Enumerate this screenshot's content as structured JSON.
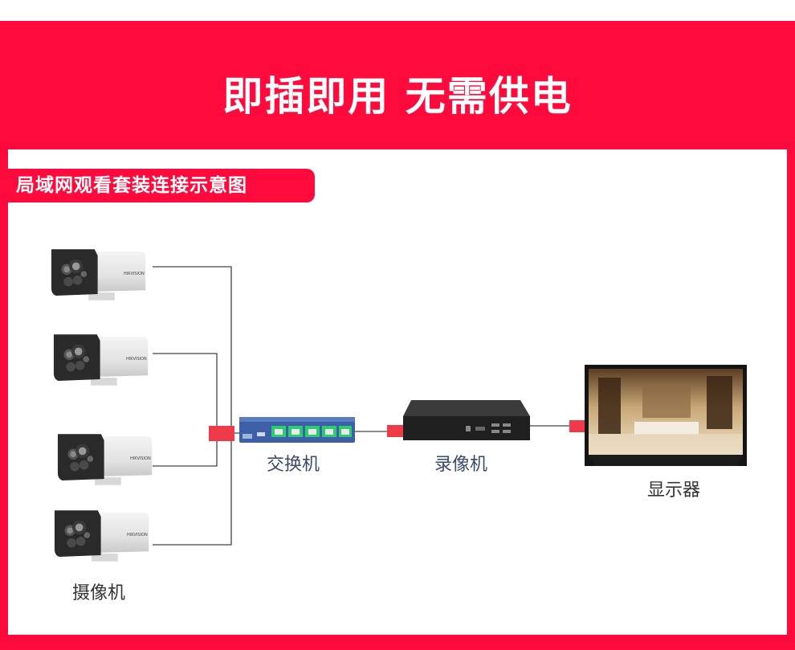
{
  "banner": {
    "title": "即插即用 无需供电"
  },
  "section": {
    "label": "局域网观看套装连接示意图"
  },
  "labels": {
    "switch": "交换机",
    "nvr": "录像机",
    "monitor": "显示器",
    "camera": "摄像机"
  },
  "camera_brand": "HIKVISION",
  "colors": {
    "brand_red": "#ff0a3c",
    "connector": "#ef3a4a",
    "switch_blue": "#3d5fa8",
    "port_green": "#2ecc71"
  }
}
